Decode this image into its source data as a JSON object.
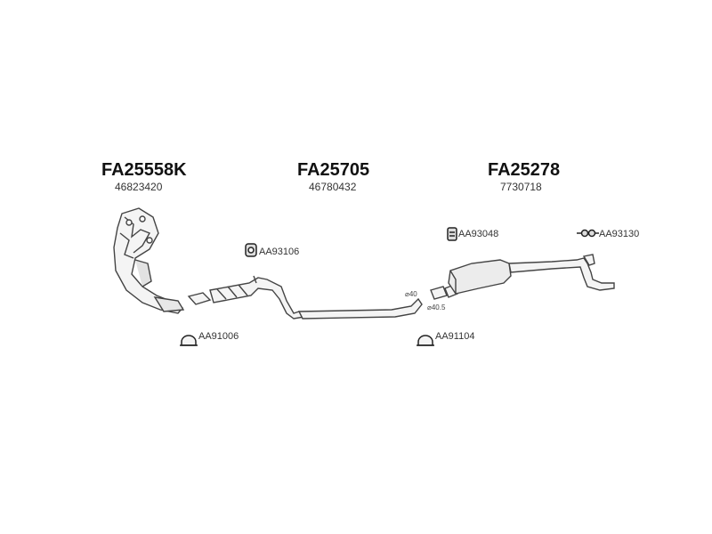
{
  "groups": [
    {
      "part_code": "FA25558K",
      "oem_number": "46823420"
    },
    {
      "part_code": "FA25705",
      "oem_number": "46780432"
    },
    {
      "part_code": "FA25278",
      "oem_number": "7730718"
    }
  ],
  "accessories": {
    "rubber_mount": "AA93106",
    "clamp_front": "AA91006",
    "bracket_rear": "AA93048",
    "hanger_tail": "AA93130",
    "clamp_rear": "AA91104"
  },
  "diameters": {
    "d1": "⌀40",
    "d2": "⌀40.5"
  }
}
